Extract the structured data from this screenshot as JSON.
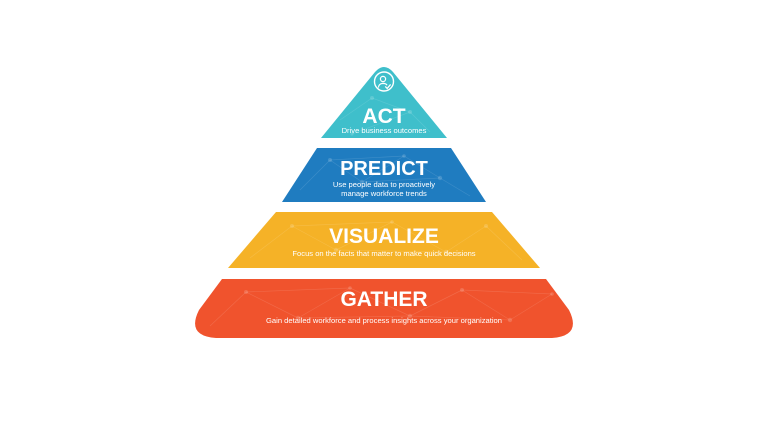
{
  "diagram": {
    "tiers": [
      {
        "id": "act",
        "title": "ACT",
        "description_lines": [
          "Drive business outcomes"
        ],
        "color": "#3fbfcb",
        "icon": "person-check-icon"
      },
      {
        "id": "predict",
        "title": "PREDICT",
        "description_lines": [
          "Use people data to proactively",
          "manage workforce trends"
        ],
        "color": "#1f7cc0"
      },
      {
        "id": "visualize",
        "title": "VISUALIZE",
        "description_lines": [
          "Focus on the facts that matter to make quick decisions"
        ],
        "color": "#f5b227"
      },
      {
        "id": "gather",
        "title": "GATHER",
        "description_lines": [
          "Gain detailed workforce and process insights across your organization"
        ],
        "color": "#f0532d"
      }
    ]
  }
}
